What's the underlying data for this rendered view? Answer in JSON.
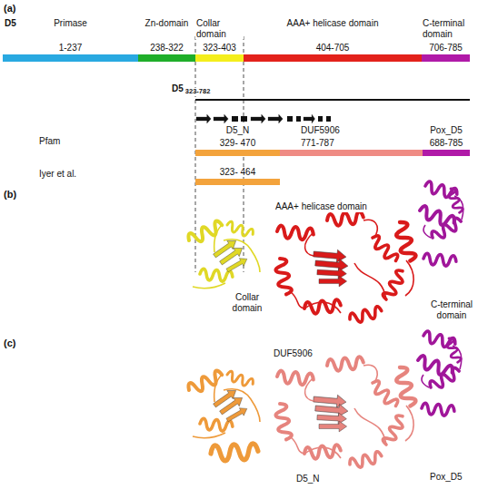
{
  "diagram": {
    "nodes": [
      {
        "text": [
          "Primase",
          "1-237"
        ]
      },
      {
        "text": [
          "Zn-domain",
          "238-322"
        ]
      },
      {
        "text": [
          "Collar domain",
          "323-403"
        ]
      },
      {
        "text": [
          "AAA+ helicase domain",
          "404-705"
        ]
      },
      {
        "text": [
          "C-terminal domain",
          "706-785"
        ]
      },
      {
        "text": [
          "D5_N",
          "329- 470"
        ]
      },
      {
        "text": [
          "DUF5906",
          "771-787"
        ]
      },
      {
        "text": [
          "Pox_D5",
          "688-785"
        ]
      },
      {
        "text": [
          "323- 464"
        ]
      }
    ],
    "labels": [
      "(a)",
      "D5",
      "D5",
      "323-782",
      "Pfam",
      "Iyer et al.",
      "(b)",
      "AAA+ helicase domain",
      "Collar domain",
      "C-terminal domain",
      "(c)",
      "DUF5906",
      "D5_N",
      "Pox_D5"
    ]
  }
}
